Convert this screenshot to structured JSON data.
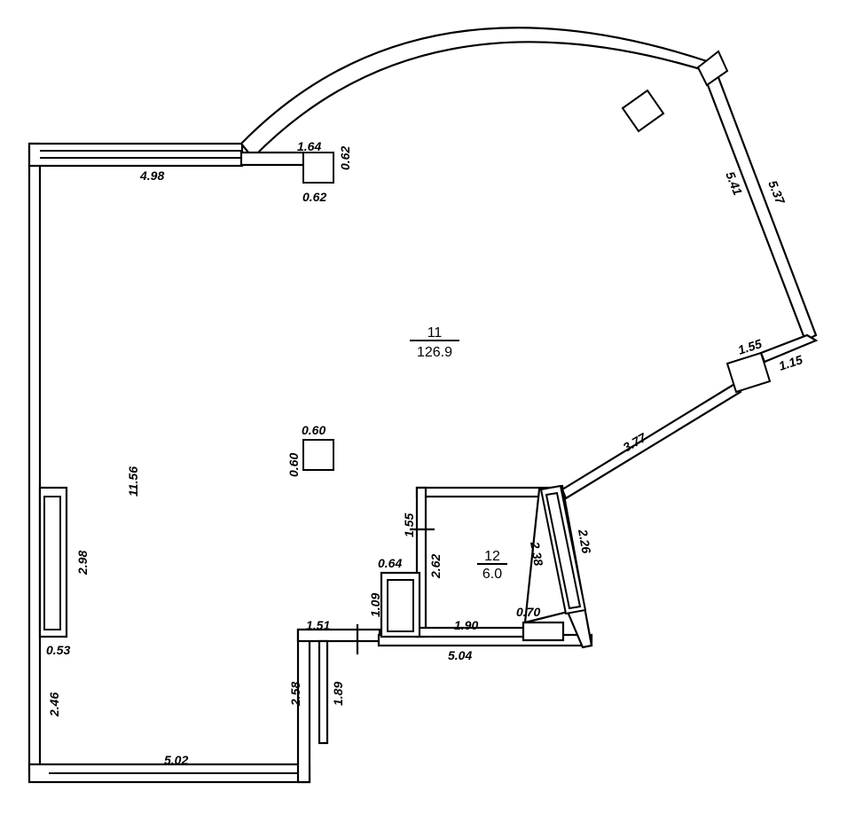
{
  "rooms": [
    {
      "number": "11",
      "area": "126.9"
    },
    {
      "number": "12",
      "area": "6.0"
    }
  ],
  "dimensions": {
    "top_left_wall": "4.98",
    "column_top_width": "1.64",
    "column_top_side": "0.62",
    "column_top_bottom": "0.62",
    "right_arc_inner": "5.41",
    "right_arc_outer": "5.37",
    "right_pillar_top": "1.55",
    "right_pillar_side": "1.15",
    "diagonal_wall": "3.77",
    "center_column_top": "0.60",
    "center_column_side": "0.60",
    "left_wall_height": "11.56",
    "left_window_height": "2.98",
    "left_window_depth": "0.53",
    "lower_left_wall": "2.46",
    "bottom_wall": "5.02",
    "inner_notch_wall": "2.58",
    "notch_outer_wall": "1.89",
    "notch_top": "1.51",
    "small_box_width": "0.64",
    "small_box_height": "1.09",
    "room12_top": "1.55",
    "room12_left": "2.62",
    "room12_right": "2.38",
    "room12_bottom": "1.90",
    "room12_corner": "0.70",
    "room12_outer_right": "2.26",
    "bottom_middle_wall": "5.04"
  }
}
